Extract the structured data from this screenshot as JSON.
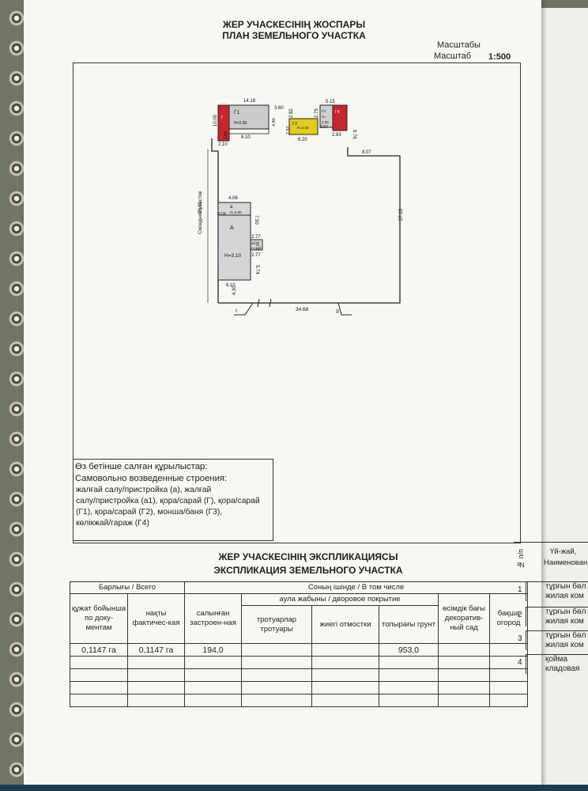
{
  "header": {
    "title_kz": "ЖЕР УЧАСКЕСІНІҢ ЖОСПАРЫ",
    "title_ru": "ПЛАН ЗЕМЕЛЬНОГО УЧАСТКА",
    "scale_label_kz": "Масштабы",
    "scale_label_ru": "Масштаб",
    "scale_value": "1:500"
  },
  "plan": {
    "neighbor_label": "Соседний участок",
    "dims": {
      "d1418": "14.18",
      "d360": "3.60",
      "d282": "2.82",
      "d275": "2.75",
      "d515": "5.15",
      "d1000": "10.00",
      "d160": "1.60",
      "d210": "2.10",
      "d810": "8.10",
      "d480": "4.80",
      "d257": "2.57",
      "d620": "6.20",
      "d204": "2.04",
      "d283": "2.83",
      "d976": "9.76",
      "d807": "8.07",
      "d3821": "38.21",
      "d2713": "27.13",
      "d406": "4.06",
      "d750": "7.50",
      "d204b": "2.04",
      "d277a": "2.77",
      "d226": "2.26",
      "d277b": "2.77",
      "d574": "5.74",
      "d610": "6.10",
      "d430": "4.30",
      "d3468": "34.68",
      "d200": "2.00"
    },
    "labels": {
      "g1": "Г1",
      "g1h": "Н=2.00",
      "g": "Г",
      "g2": "Г2",
      "g2h": "Н=2.00",
      "g3": "Г3",
      "g3h": "Н=",
      "g4": "Г4",
      "a": "а",
      "ah": "Н=2.90",
      "A": "А",
      "Ah": "Н=3.10",
      "a1": "а1",
      "a1h": "Н=2.90",
      "roman1": "I",
      "roman2": "II"
    }
  },
  "notes": {
    "line1": "Өз бетінше салған құрылыстар:",
    "line2": "Самовольно возведенные строения:",
    "body1": "жалғай салу/пристройка (а), жалғай",
    "body2": "салу/пристройка (а1), қора/сарай (Г), қора/сарай",
    "body3": "(Г1), қора/сарай (Г2), монша/баня (Г3),",
    "body4": "көлікжай/гараж (Г4)"
  },
  "explication": {
    "title_kz": "ЖЕР УЧАСКЕСІНІҢ ЭКСПЛИКАЦИЯСЫ",
    "title_ru": "ЭКСПЛИКАЦИЯ ЗЕМЕЛЬНОГО УЧАСТКА",
    "h_total": "Барлығы / Всего",
    "h_incl": "Соның ішінде / В том числе",
    "h_court": "аула жабыны / дворовое покрытие",
    "h_doc": "құжат бойынша по доку- ментам",
    "h_fact": "нақты фактичес-кая",
    "h_built": "салынған застроен-ная",
    "h_sidewalk": "тротуарлар тротуары",
    "h_blind": "жиегі отмостки",
    "h_soil": "топырағы грунт",
    "h_garden": "өсімдік бағы декоратив- ный сад",
    "h_orchard": "бақша огород",
    "v_doc": "0,1147 га",
    "v_fact": "0,1147 га",
    "v_built": "194,0",
    "v_soil": "953,0"
  },
  "side_table": {
    "h_no": "№ п/п",
    "h_name_kz": "Үй-жай,",
    "h_name_ru": "Наименован",
    "rows": [
      {
        "num": "1",
        "kz": "тұрғын бөл",
        "ru": "жилая ком"
      },
      {
        "num": "2",
        "kz": "тұрғын бөл",
        "ru": "жилая ком"
      },
      {
        "num": "3",
        "kz": "тұрғын бөл",
        "ru": "жилая ком"
      },
      {
        "num": "4",
        "kz": "қойма",
        "ru": "кладовая"
      }
    ]
  }
}
